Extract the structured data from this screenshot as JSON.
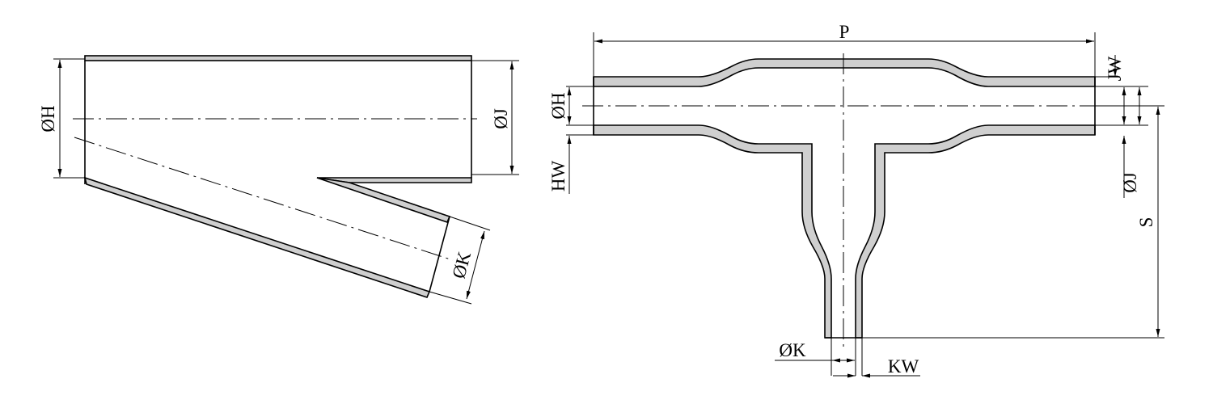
{
  "left_view": {
    "dim_h": "ØH",
    "dim_j": "ØJ",
    "dim_k": "ØK"
  },
  "right_view": {
    "dim_p": "P",
    "dim_jw": "JW",
    "dim_h": "ØH",
    "dim_hw": "HW",
    "dim_j": "ØJ",
    "dim_s": "S",
    "dim_k": "ØK",
    "dim_kw": "KW"
  }
}
